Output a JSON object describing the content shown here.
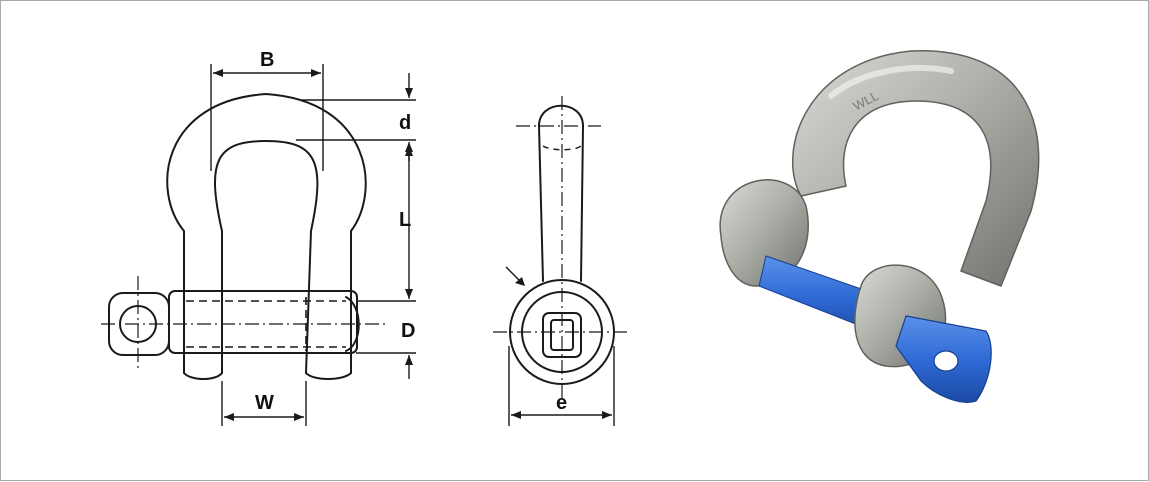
{
  "figure": {
    "front_view": {
      "dimension_labels": {
        "B": "B",
        "d": "d",
        "L": "L",
        "D": "D",
        "W": "W"
      }
    },
    "side_view": {
      "dimension_labels": {
        "e": "e"
      }
    },
    "photo": {
      "body_color": "#b9bcb4",
      "pin_color": "#2f6bd6",
      "stamped_marking": "WLL"
    }
  },
  "colors": {
    "line": "#1a1a1a",
    "frame_border": "#a9a9a9",
    "background": "#ffffff"
  }
}
